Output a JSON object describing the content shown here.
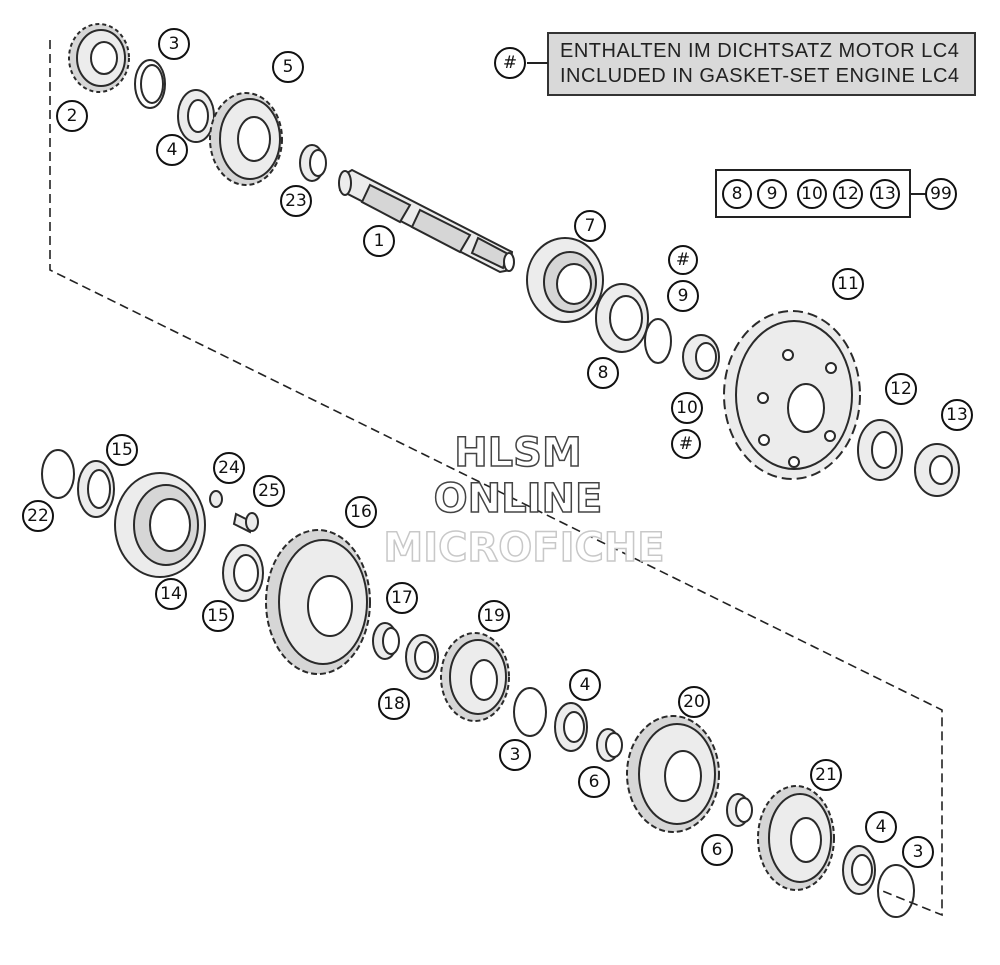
{
  "note": {
    "symbol": "#",
    "line1": "ENTHALTEN IM DICHTSATZ MOTOR LC4",
    "line2": "INCLUDED IN GASKET-SET ENGINE LC4"
  },
  "kit": {
    "members": [
      "8",
      "9",
      "10",
      "12",
      "13"
    ],
    "result": "99"
  },
  "watermark": {
    "line1": "HLSM",
    "line2": "ONLINE",
    "line3": "MICROFICHE"
  },
  "callouts": [
    {
      "id": "c1",
      "label": "1"
    },
    {
      "id": "c2",
      "label": "2"
    },
    {
      "id": "c3a",
      "label": "3"
    },
    {
      "id": "c3b",
      "label": "3"
    },
    {
      "id": "c3c",
      "label": "3"
    },
    {
      "id": "c4a",
      "label": "4"
    },
    {
      "id": "c4b",
      "label": "4"
    },
    {
      "id": "c4c",
      "label": "4"
    },
    {
      "id": "c5",
      "label": "5"
    },
    {
      "id": "c6a",
      "label": "6"
    },
    {
      "id": "c6b",
      "label": "6"
    },
    {
      "id": "c7",
      "label": "7"
    },
    {
      "id": "c8",
      "label": "8"
    },
    {
      "id": "c9",
      "label": "9"
    },
    {
      "id": "c10",
      "label": "10"
    },
    {
      "id": "c11",
      "label": "11"
    },
    {
      "id": "c12",
      "label": "12"
    },
    {
      "id": "c13",
      "label": "13"
    },
    {
      "id": "c14",
      "label": "14"
    },
    {
      "id": "c15a",
      "label": "15"
    },
    {
      "id": "c15b",
      "label": "15"
    },
    {
      "id": "c16",
      "label": "16"
    },
    {
      "id": "c17",
      "label": "17"
    },
    {
      "id": "c18",
      "label": "18"
    },
    {
      "id": "c19",
      "label": "19"
    },
    {
      "id": "c20",
      "label": "20"
    },
    {
      "id": "c21",
      "label": "21"
    },
    {
      "id": "c22",
      "label": "22"
    },
    {
      "id": "c23",
      "label": "23"
    },
    {
      "id": "c24",
      "label": "24"
    },
    {
      "id": "c25",
      "label": "25"
    },
    {
      "id": "hash1",
      "label": "#"
    },
    {
      "id": "hash2",
      "label": "#"
    }
  ]
}
